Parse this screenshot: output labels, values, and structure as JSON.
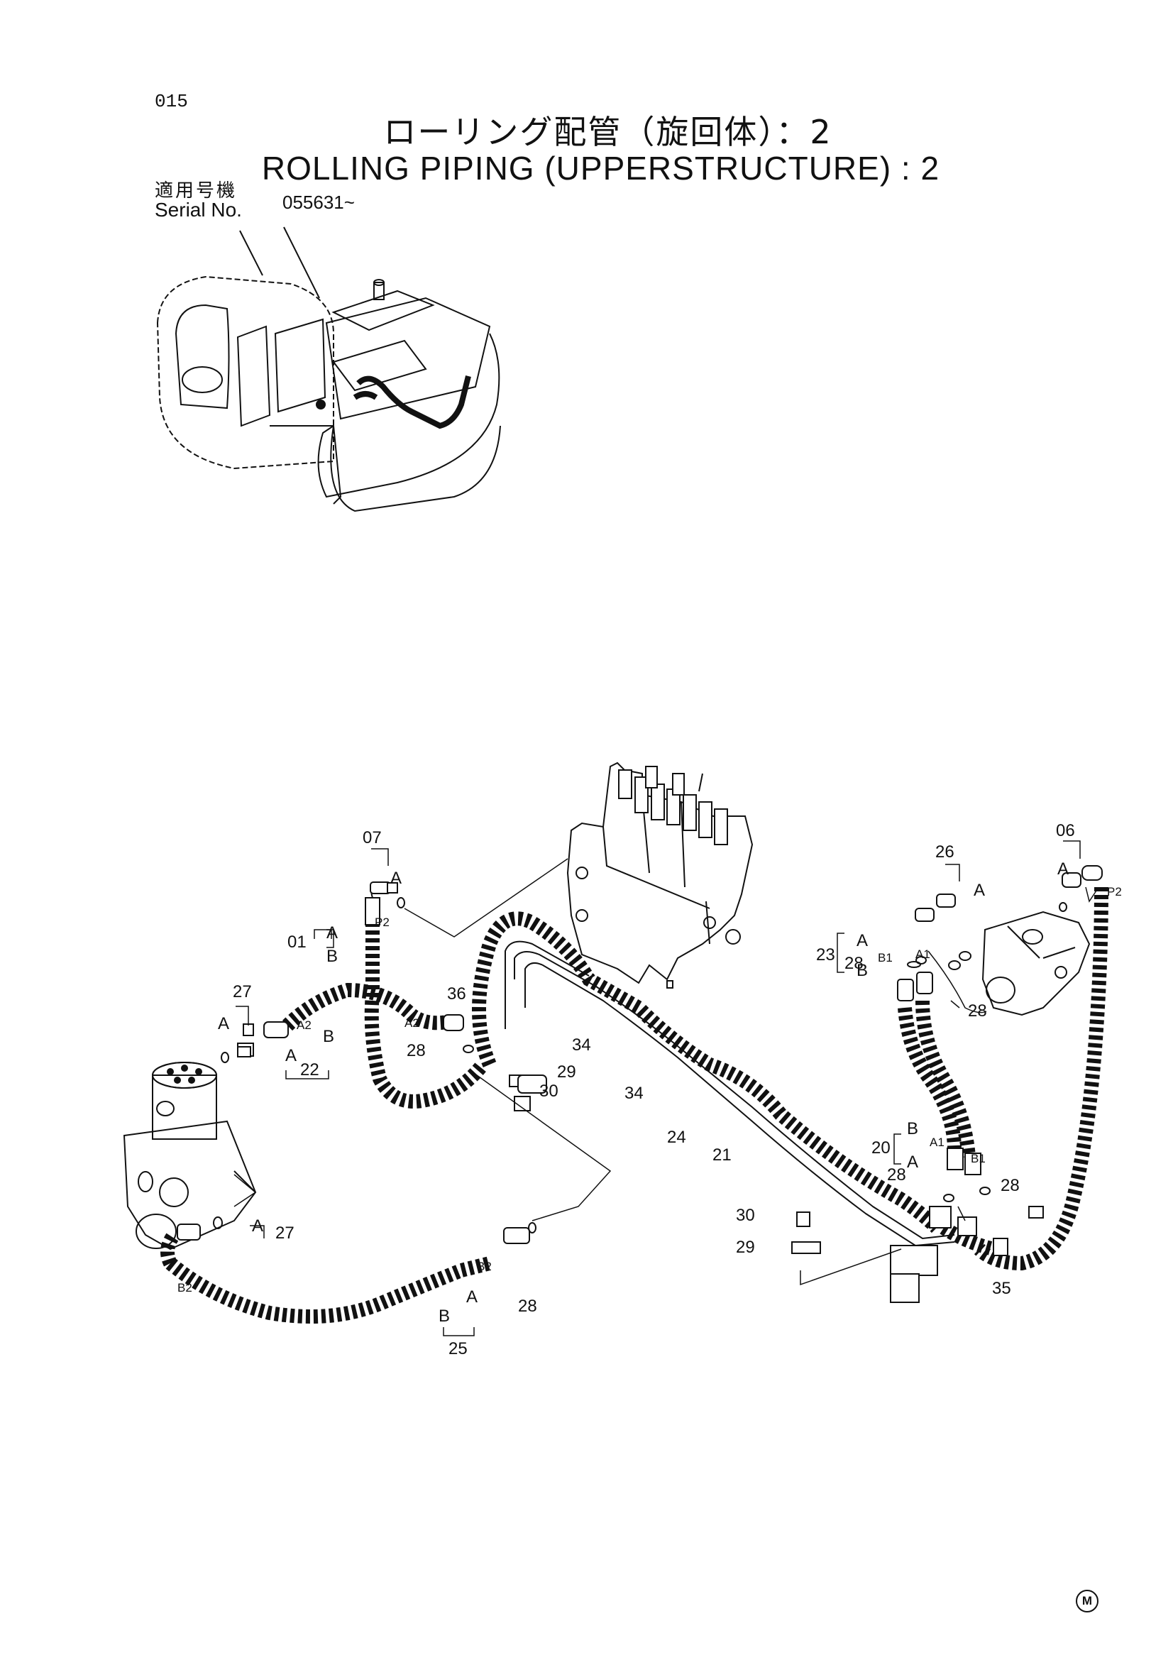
{
  "page": {
    "number": "015"
  },
  "title": {
    "japanese": "ローリング配管（旋回体）：2",
    "english": "ROLLING PIPING (UPPERSTRUCTURE) : 2"
  },
  "serial": {
    "label_japanese": "適用号機",
    "label_english": "Serial No.",
    "value": "055631~"
  },
  "footer_mark": "M",
  "callouts": [
    "07",
    "06",
    "01",
    "26",
    "27",
    "36",
    "28",
    "22",
    "34",
    "29",
    "30",
    "23",
    "24",
    "21",
    "20",
    "35",
    "25"
  ],
  "port_labels": [
    "A",
    "B",
    "P2",
    "A1",
    "A2",
    "B1",
    "B2"
  ]
}
